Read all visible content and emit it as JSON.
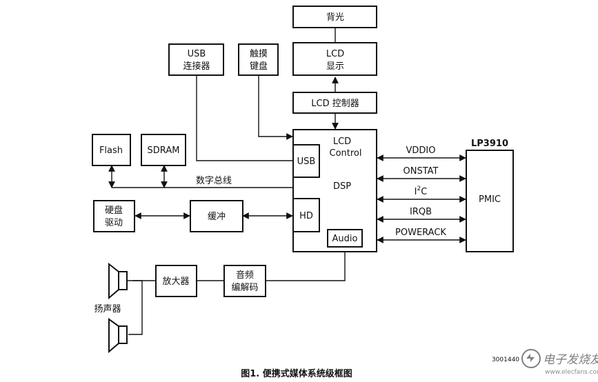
{
  "blocks": {
    "backlight": "背光",
    "lcd_display": [
      "LCD",
      "显示"
    ],
    "lcd_controller": "LCD 控制器",
    "usb_connector": [
      "USB",
      "连接器"
    ],
    "touch_keyboard": [
      "触摸",
      "键盘"
    ],
    "flash": "Flash",
    "sdram": "SDRAM",
    "data_bus": "数字总线",
    "hard_drive": [
      "硬盘",
      "驱动"
    ],
    "buffer": "缓冲",
    "dsp_lcd_control": [
      "LCD",
      "Control"
    ],
    "dsp": "DSP",
    "usb_port": "USB",
    "hd_port": "HD",
    "audio_port": "Audio",
    "amplifier": "放大器",
    "audio_codec": [
      "音频",
      "编解码"
    ],
    "speaker": "扬声器",
    "pmic": "PMIC",
    "lp3910": "LP3910"
  },
  "signals": {
    "vddio": "VDDIO",
    "onstat": "ONSTAT",
    "i2c_main": "I",
    "i2c_sup": "2",
    "i2c_tail": "C",
    "irqb": "IRQB",
    "poweack": "POWERACK"
  },
  "figure_code": "3001440",
  "caption": "图1. 便携式媒体系统级框图",
  "watermark": {
    "logo_text": "电子发烧友",
    "url": "www.elecfans.com"
  }
}
